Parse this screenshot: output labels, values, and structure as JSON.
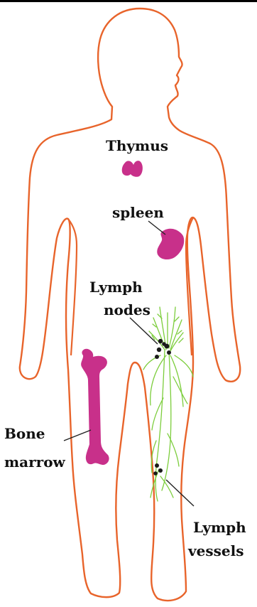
{
  "labels": {
    "thymus": "Thymus",
    "spleen": "spleen",
    "lymph_nodes_line1": "Lymph",
    "lymph_nodes_line2": "nodes",
    "bone_marrow_line1": "Bone",
    "bone_marrow_line2": "marrow",
    "lymph_vessels_line1": "Lymph",
    "lymph_vessels_line2": "vessels"
  },
  "colors": {
    "body_outline": "#e8642b",
    "organ": "#c8308a",
    "lymph": "#7ccd3c",
    "node": "#1a1a1a",
    "text": "#111111",
    "leader_line": "#222222"
  }
}
